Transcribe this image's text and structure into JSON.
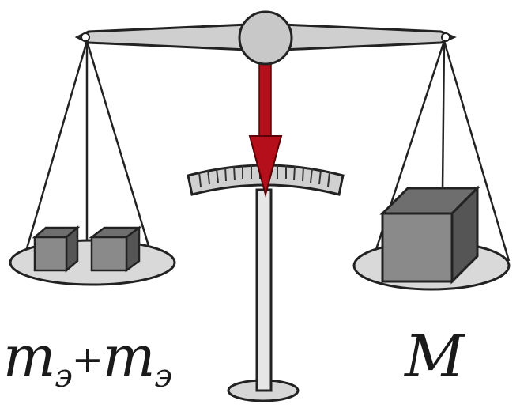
{
  "labels": {
    "left": {
      "m1": "m",
      "sub1": "э",
      "plus": "+",
      "m2": "m",
      "sub2": "э"
    },
    "right": "M"
  },
  "colors": {
    "pointer": "#b40f1a",
    "metal": "#bdbdbd",
    "outline": "#222222",
    "weight_face": "#8a8a8a",
    "weight_top": "#6e6e6e",
    "pan": "#d9d9d9"
  }
}
